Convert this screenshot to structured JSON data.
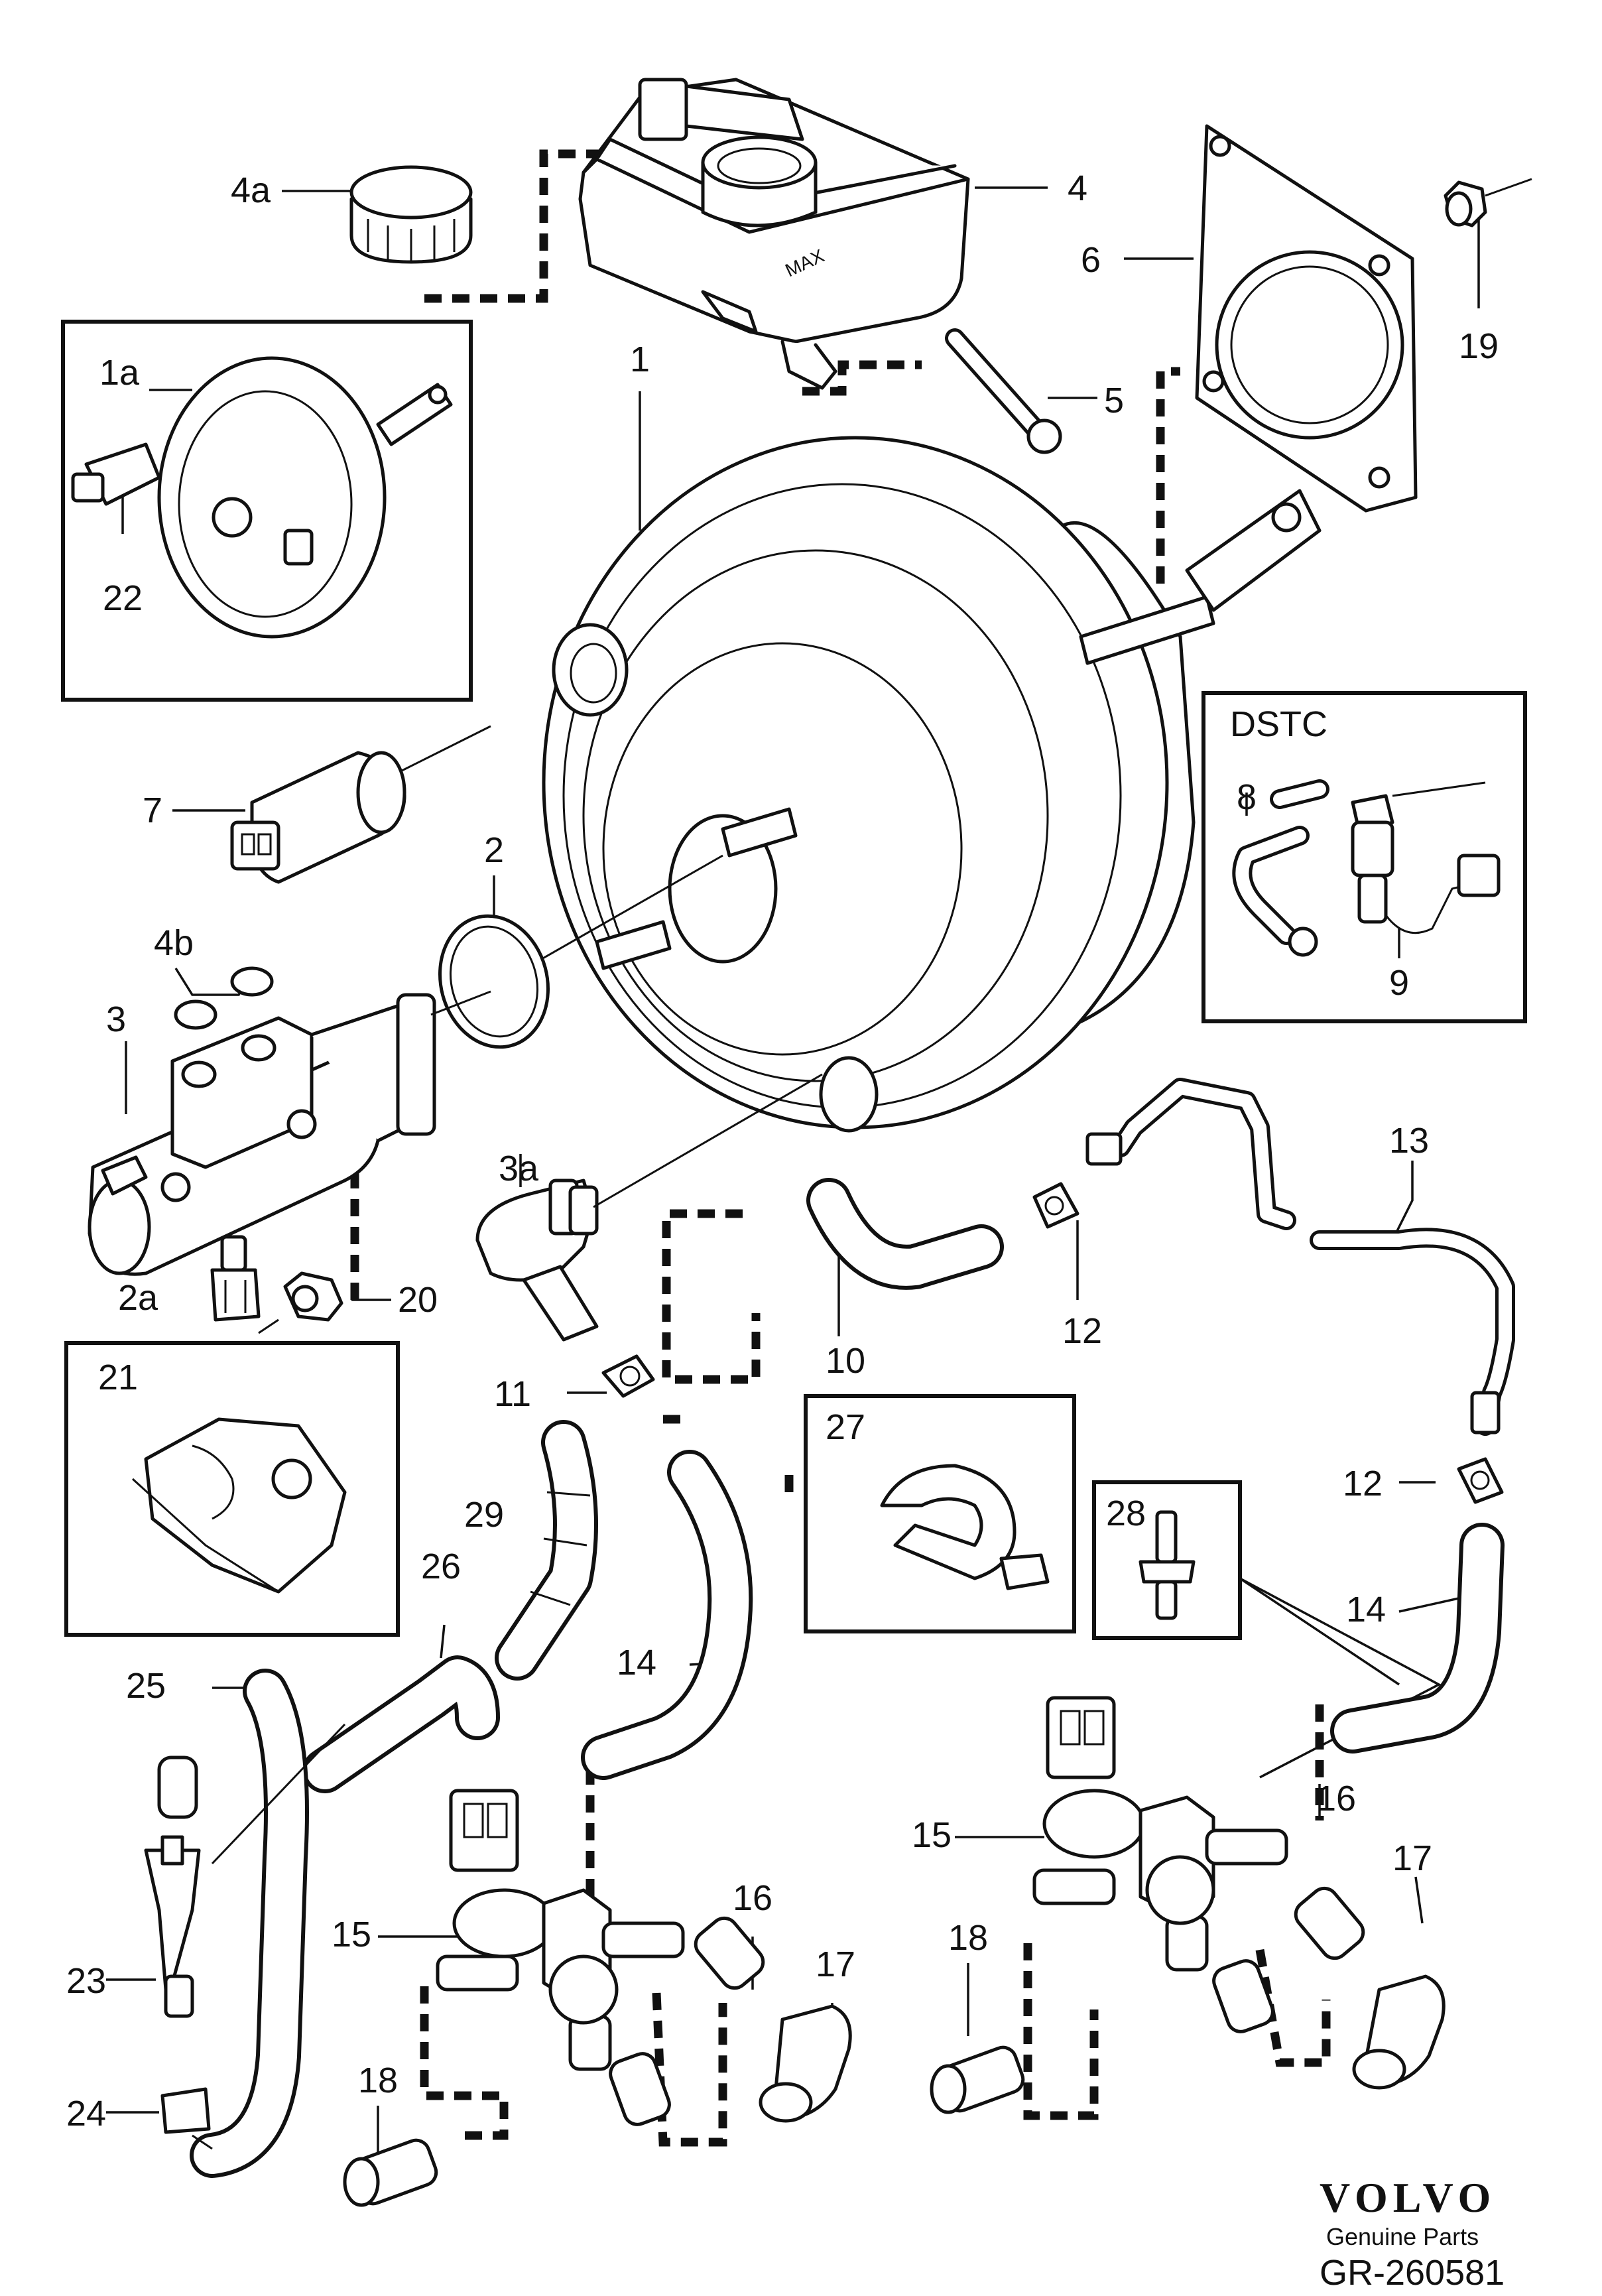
{
  "callouts": {
    "c1": "1",
    "c1a": "1a",
    "c2": "2",
    "c2a": "2a",
    "c3": "3",
    "c3a": "3a",
    "c4": "4",
    "c4a": "4a",
    "c4b": "4b",
    "c5": "5",
    "c6": "6",
    "c7": "7",
    "c8": "8",
    "c9": "9",
    "c10": "10",
    "c11": "11",
    "c12a": "12",
    "c12b": "12",
    "c13": "13",
    "c14a": "14",
    "c14b": "14",
    "c15a": "15",
    "c15b": "15",
    "c16a": "16",
    "c16b": "16",
    "c17a": "17",
    "c17b": "17",
    "c18a": "18",
    "c18b": "18",
    "c19": "19",
    "c20": "20",
    "c21": "21",
    "c22": "22",
    "c23": "23",
    "c24": "24",
    "c25": "25",
    "c26": "26",
    "c27": "27",
    "c28": "28",
    "c29": "29"
  },
  "boxes": {
    "dstc": "DSTC"
  },
  "reservoir_marking": "MAX",
  "branding": {
    "logo": "VOLVO",
    "line1": "Genuine Parts",
    "line2": "GR-260581"
  }
}
